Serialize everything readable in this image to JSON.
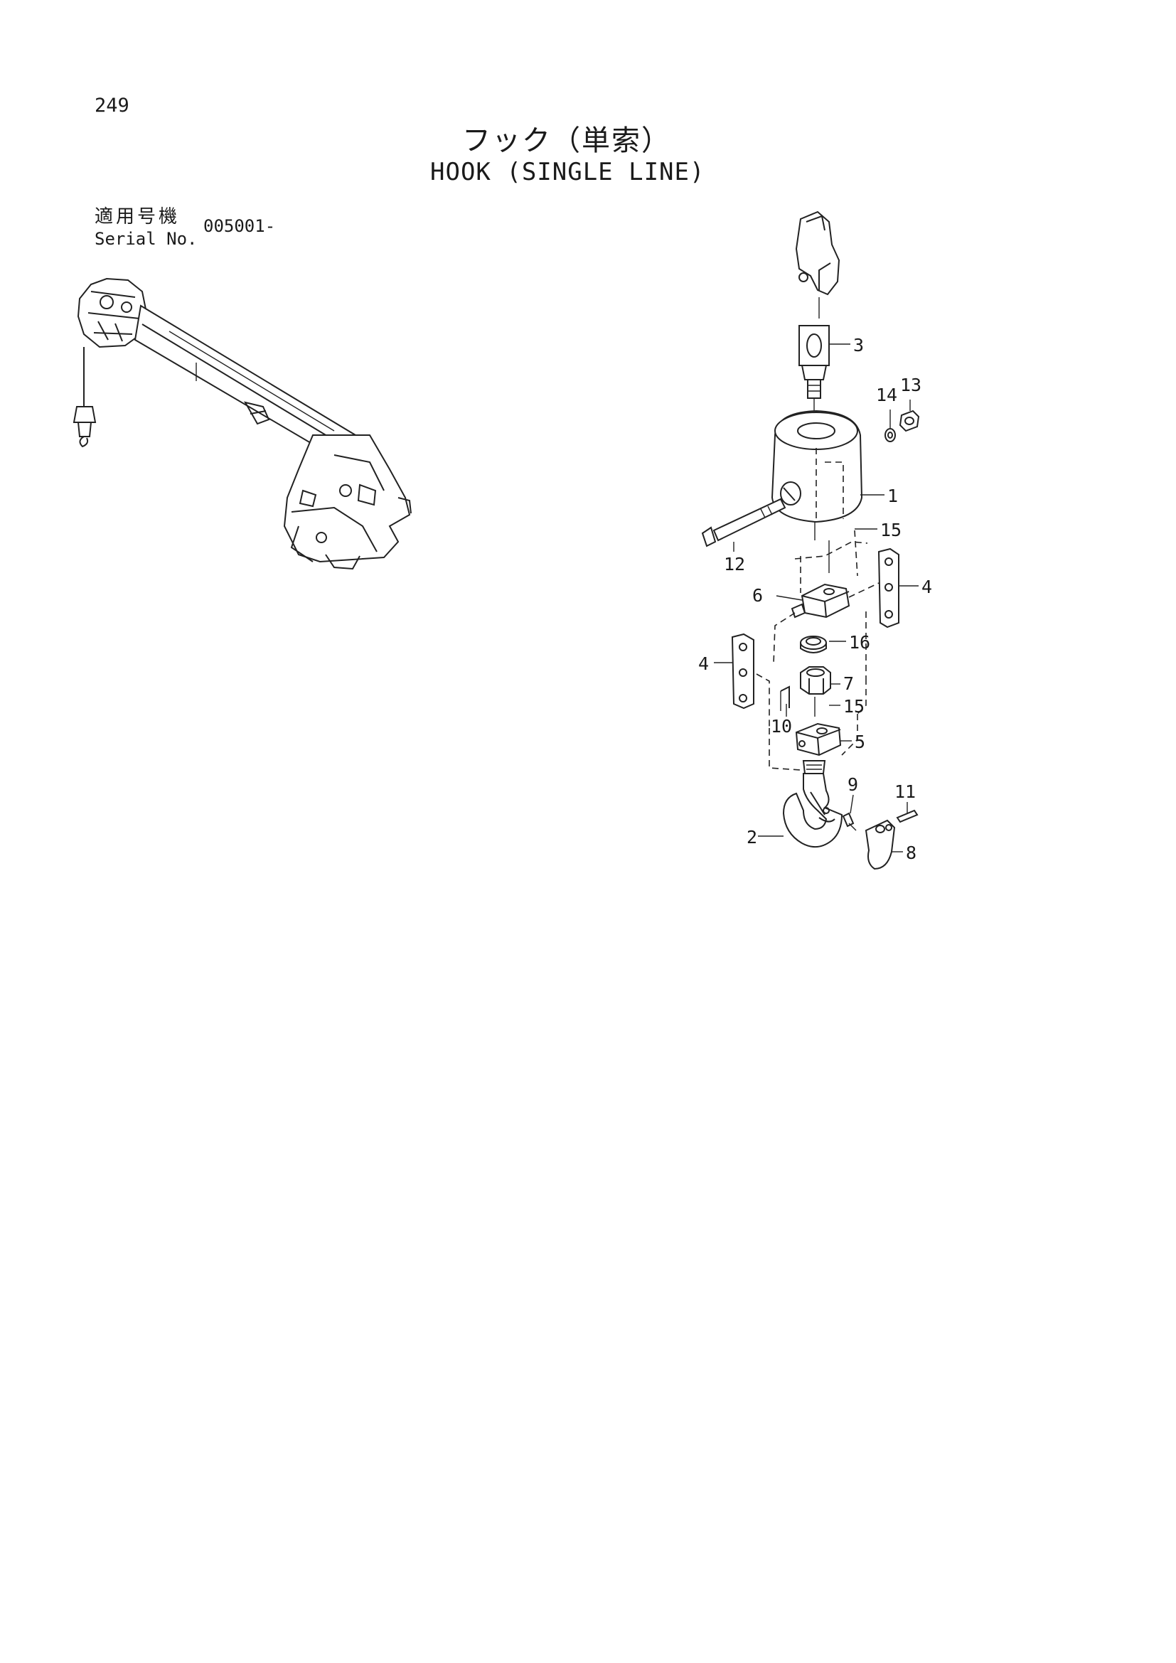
{
  "page": {
    "number": "249",
    "title_jp": "フック（単索）",
    "title_en": "HOOK (SINGLE LINE)"
  },
  "serial": {
    "label_jp": "適用号機",
    "label_en": "Serial No.",
    "value": "005001-"
  },
  "callouts": [
    "1",
    "2",
    "3",
    "4",
    "4",
    "5",
    "6",
    "7",
    "8",
    "9",
    "10",
    "11",
    "12",
    "13",
    "14",
    "15",
    "15",
    "16"
  ]
}
